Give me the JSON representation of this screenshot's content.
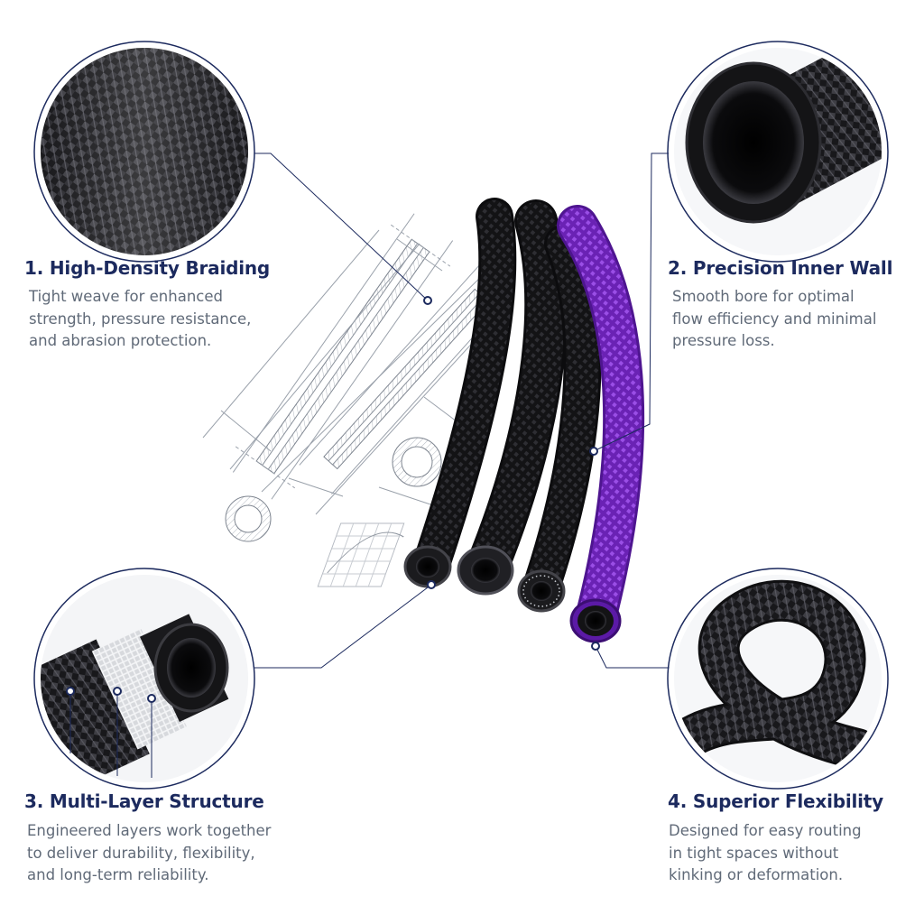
{
  "features": [
    {
      "title": "1. High-Density Braiding",
      "lines": [
        "Tight weave for enhanced",
        "strength, pressure resistance,",
        "and abrasion protection."
      ]
    },
    {
      "title": "2. Precision Inner Wall",
      "lines": [
        "Smooth bore for optimal",
        "flow efficiency and minimal",
        "pressure loss."
      ]
    },
    {
      "title": "3. Multi-Layer Structure",
      "lines": [
        "Engineered layers work together",
        "to deliver durability, flexibility,",
        "and long-term reliability."
      ]
    },
    {
      "title": "4. Superior Flexibility",
      "lines": [
        "Designed for easy routing",
        "in tight spaces without",
        "kinking or deformation."
      ]
    }
  ],
  "colors": {
    "heading": "#1c2a5e",
    "body_text": "#606a78",
    "callout_line": "#1c2a5e",
    "hose_black": "#141416",
    "hose_purple": "#7b2fc9",
    "sketch_line": "#9aa1ab"
  }
}
